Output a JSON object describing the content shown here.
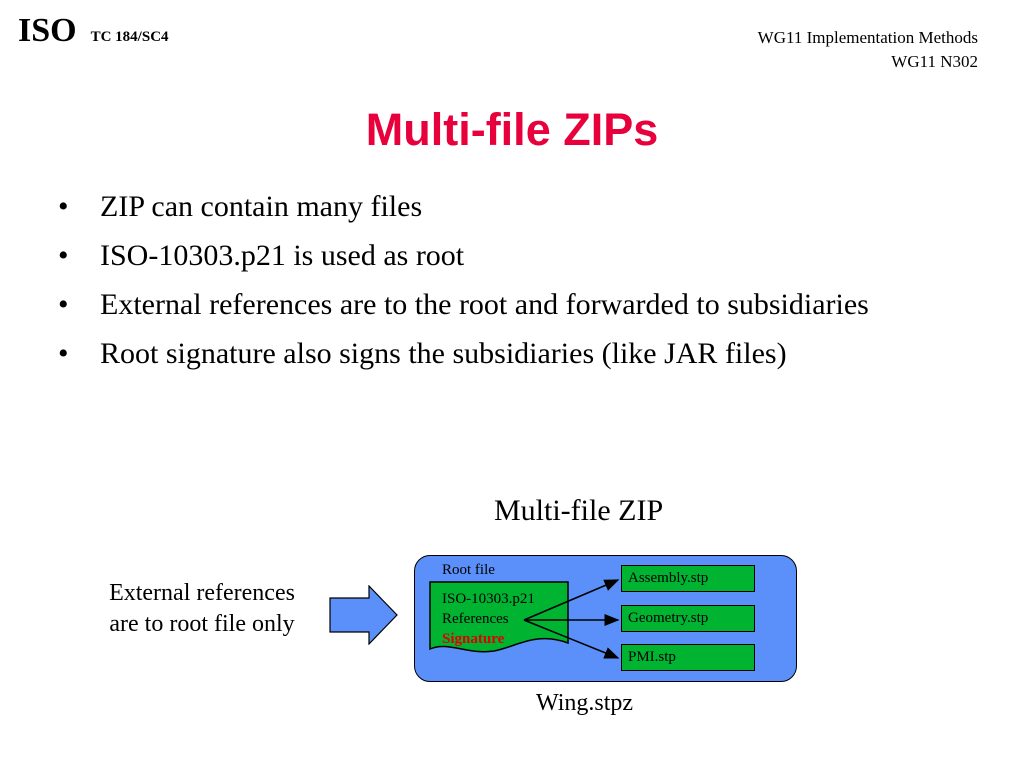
{
  "header": {
    "iso": "ISO",
    "tc": "TC 184/SC4",
    "wg_title": "WG11 Implementation Methods",
    "wg_doc": "WG11 N302"
  },
  "title": "Multi-file ZIPs",
  "title_color": "#e8003c",
  "bullets": [
    "ZIP can contain many files",
    "ISO-10303.p21 is used as root",
    "External references are to the root and forwarded to subsidiaries",
    "Root signature also signs the subsidiaries (like JAR files)"
  ],
  "diagram": {
    "title": "Multi-file ZIP",
    "external_text": "External references are to root file only",
    "root_label": "Root file",
    "root_lines": [
      "ISO-10303.p21",
      "References",
      "Signature"
    ],
    "files": [
      "Assembly.stp",
      "Geometry.stp",
      "PMI.stp"
    ],
    "archive_name": "Wing.stpz",
    "colors": {
      "zip_fill": "#5b8ff9",
      "file_fill": "#00b331",
      "signature": "#e00000",
      "arrow_fill": "#5b8ff9"
    }
  }
}
